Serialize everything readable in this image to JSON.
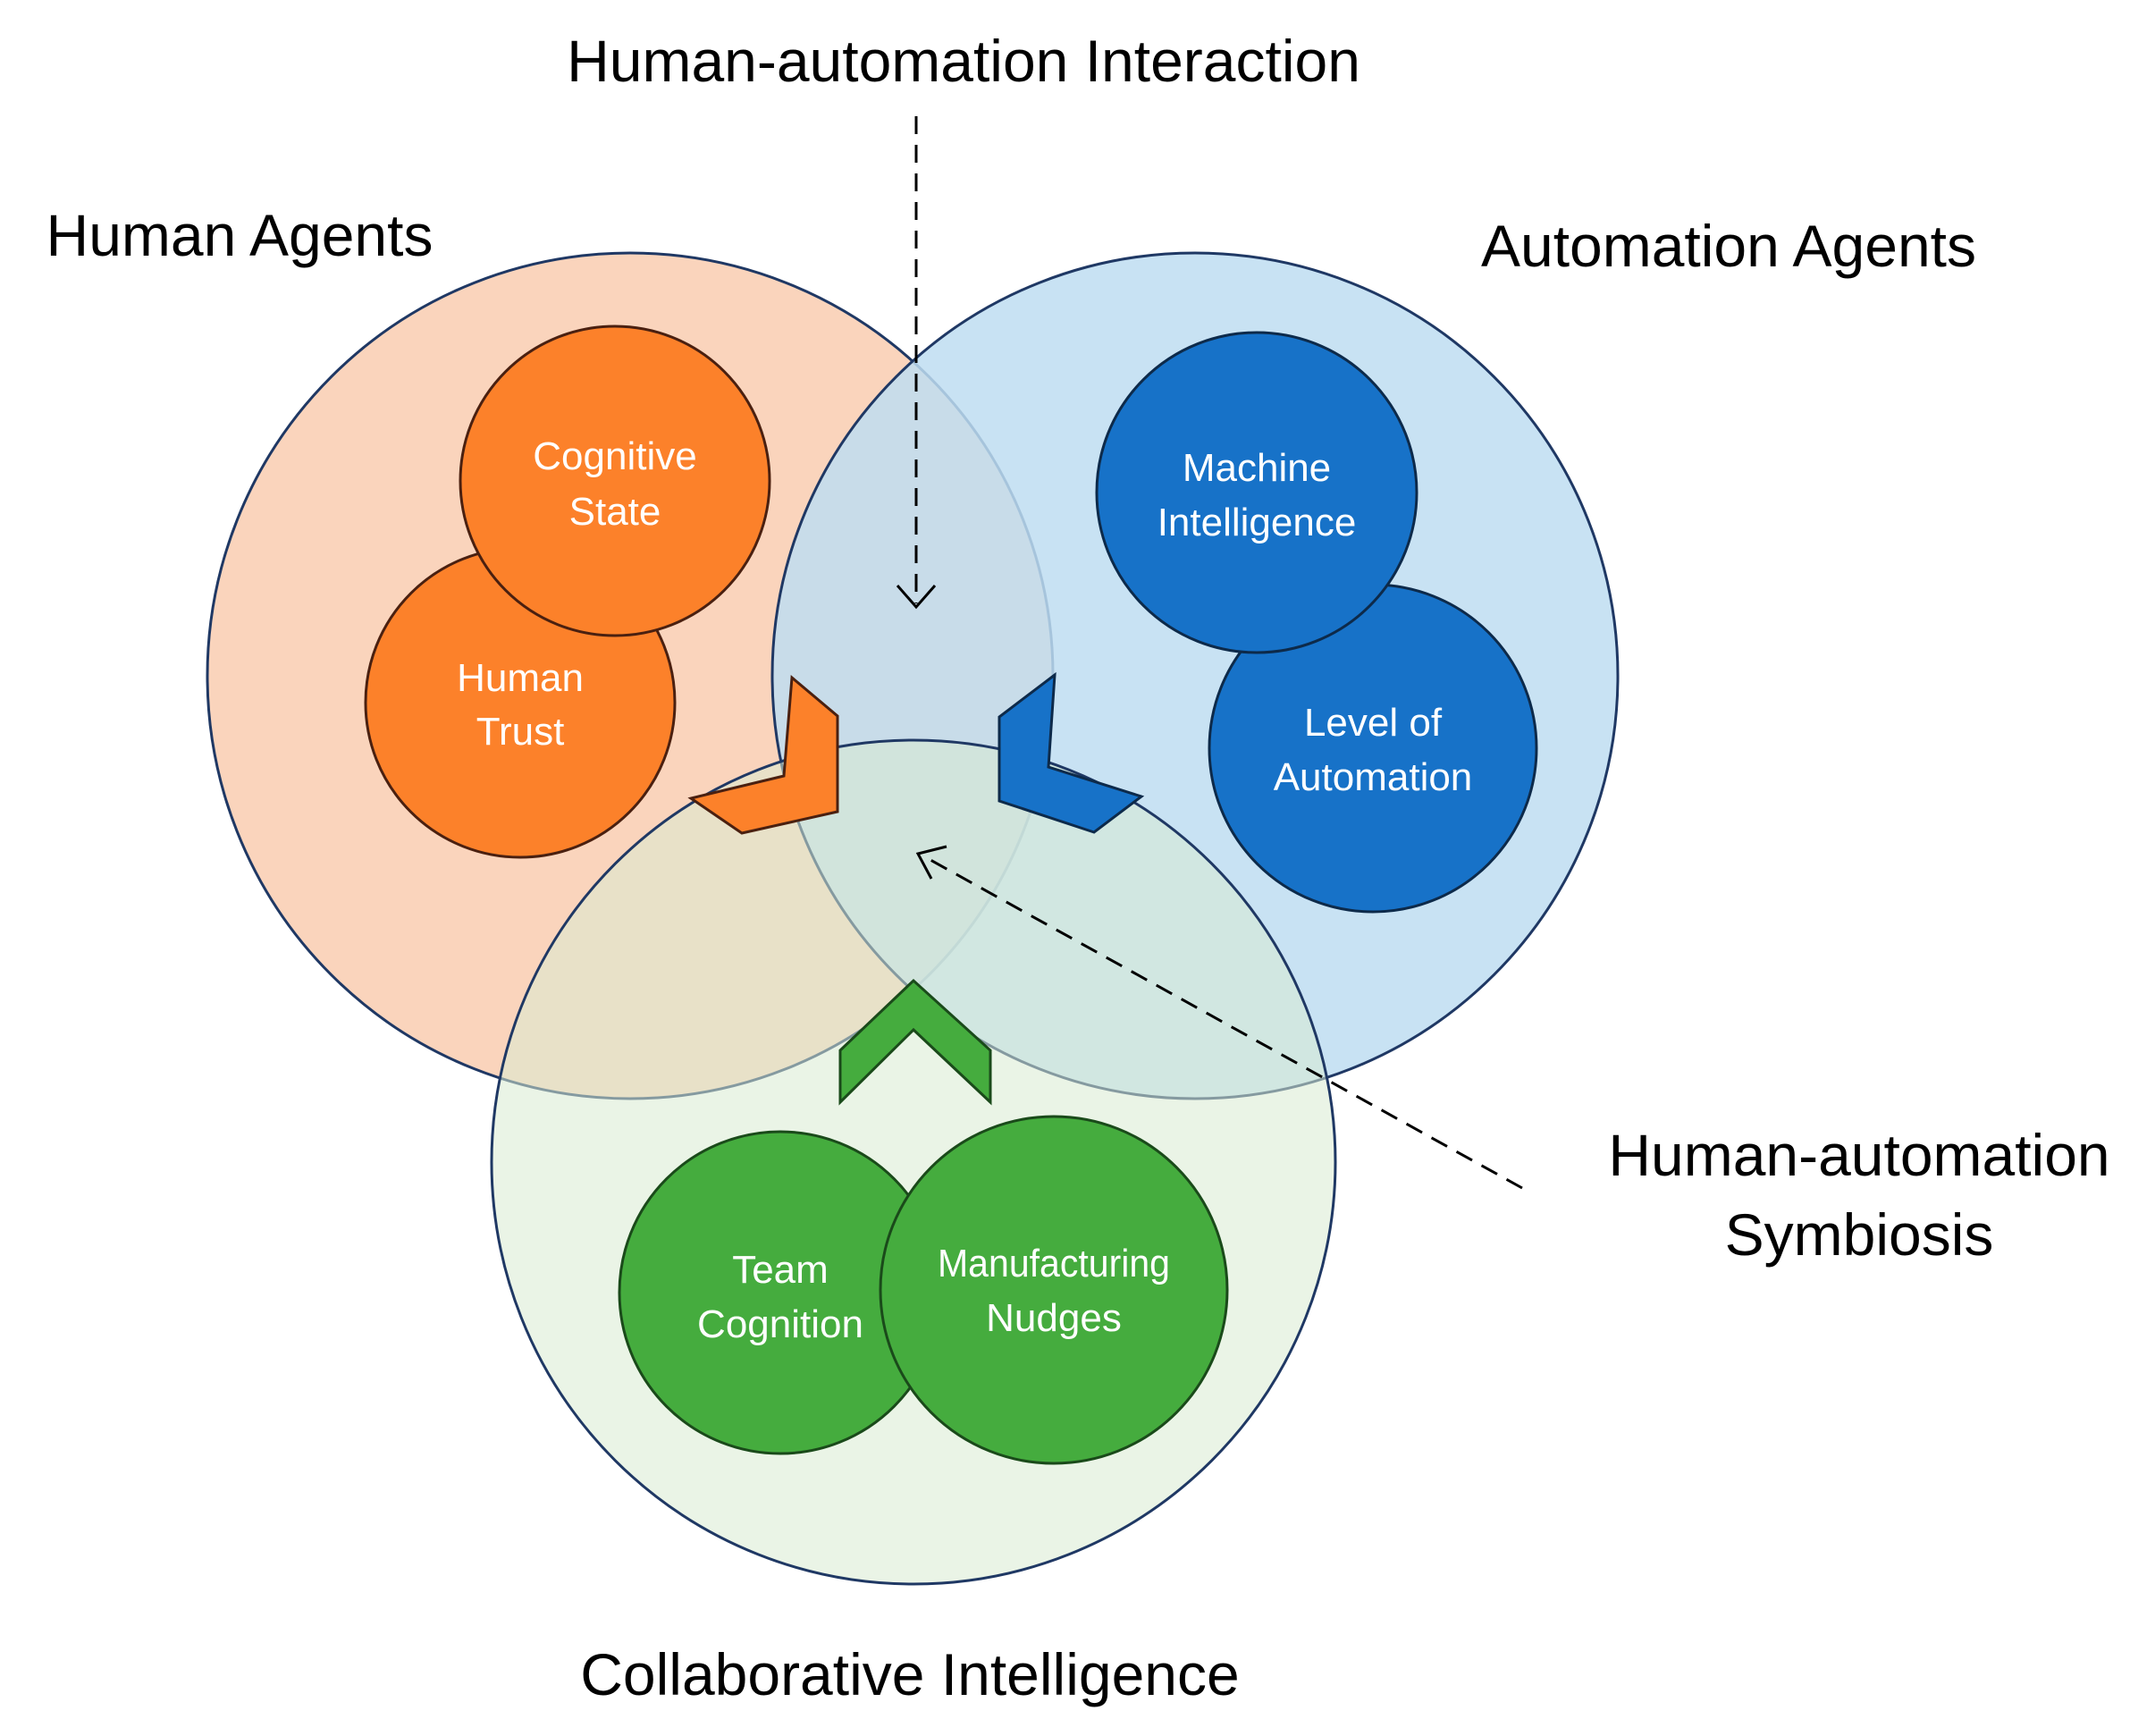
{
  "labels": {
    "interaction": "Human-automation Interaction",
    "human_agents": "Human Agents",
    "automation_agents": "Automation Agents",
    "symbiosis_line1": "Human-automation",
    "symbiosis_line2": "Symbiosis",
    "collaborative_intelligence": "Collaborative Intelligence"
  },
  "sub_circles": {
    "cognitive_state": [
      "Cognitive",
      "State"
    ],
    "human_trust": [
      "Human",
      "Trust"
    ],
    "machine_intelligence": [
      "Machine",
      "Intelligence"
    ],
    "level_of_automation": [
      "Level of",
      "Automation"
    ],
    "team_cognition": [
      "Team",
      "Cognition"
    ],
    "manufacturing_nudges": [
      "Manufacturing",
      "Nudges"
    ]
  },
  "colors": {
    "human_fill": "#FAD4BC",
    "automation_fill": "#BEDDF1",
    "collab_fill": "#D8EBD2",
    "human_accent": "#FC812A",
    "automation_accent": "#1772C8",
    "collab_accent": "#45AC3E",
    "outline": "#1F3864"
  }
}
